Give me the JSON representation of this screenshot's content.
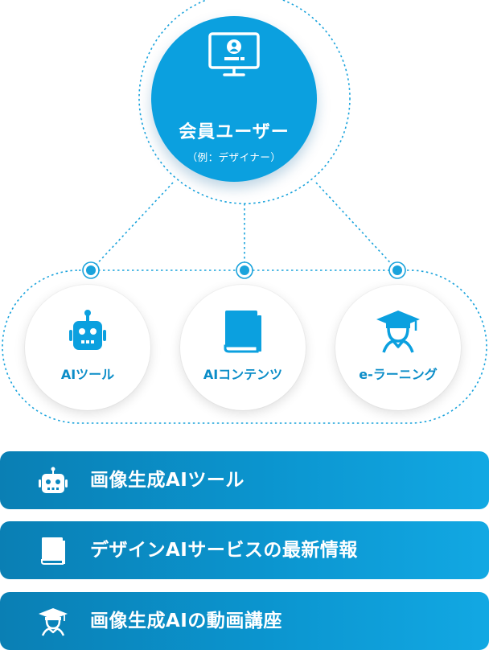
{
  "center": {
    "title": "会員ユーザー",
    "subtitle": "（例：デザイナー）",
    "icon": "monitor-user-icon"
  },
  "features": [
    {
      "label": "AIツール",
      "icon": "robot-icon"
    },
    {
      "label": "AIコンテンツ",
      "icon": "book-icon"
    },
    {
      "label": "e-ラーニング",
      "icon": "graduate-icon"
    }
  ],
  "bars": [
    {
      "label": "画像生成AIツール",
      "icon": "robot-icon"
    },
    {
      "label": "デザインAIサービスの最新情報",
      "icon": "book-icon"
    },
    {
      "label": "画像生成AIの動画講座",
      "icon": "graduate-icon"
    }
  ],
  "colors": {
    "primary": "#0ba0df",
    "label": "#0b8dc8",
    "bar_start": "#0a7fb4",
    "bar_end": "#12a8e3",
    "dotted_line": "#1aa3dc"
  }
}
